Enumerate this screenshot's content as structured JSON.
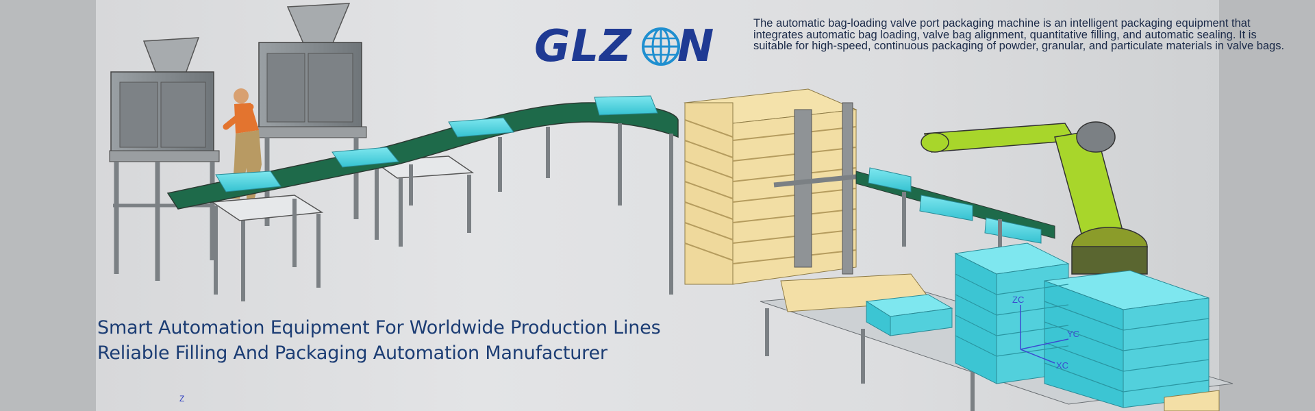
{
  "brand": {
    "logo_text_left": "GLZ",
    "logo_text_right": "N",
    "logo_globe": "globe-icon",
    "color": "#1f3a93"
  },
  "description": "The automatic bag-loading valve port packaging machine is an intelligent packaging equipment that integrates automatic bag loading, valve bag alignment, quantitative filling, and automatic sealing. It is suitable for high-speed, continuous packaging of powder, granular, and particulate materials in valve bags.",
  "taglines": {
    "line1": "Smart Automation Equipment For Worldwide Production Lines",
    "line2": "Reliable Filling And Packaging Automation Manufacturer"
  },
  "axis_labels": {
    "z_small": "Z",
    "zc": "ZC",
    "yc": "YC",
    "xc": "XC"
  },
  "colors": {
    "bag": "#49d3df",
    "belt": "#1e6a4a",
    "frame": "#8f9396",
    "pallet": "#f1dba0",
    "robot": "#a8d62b"
  }
}
